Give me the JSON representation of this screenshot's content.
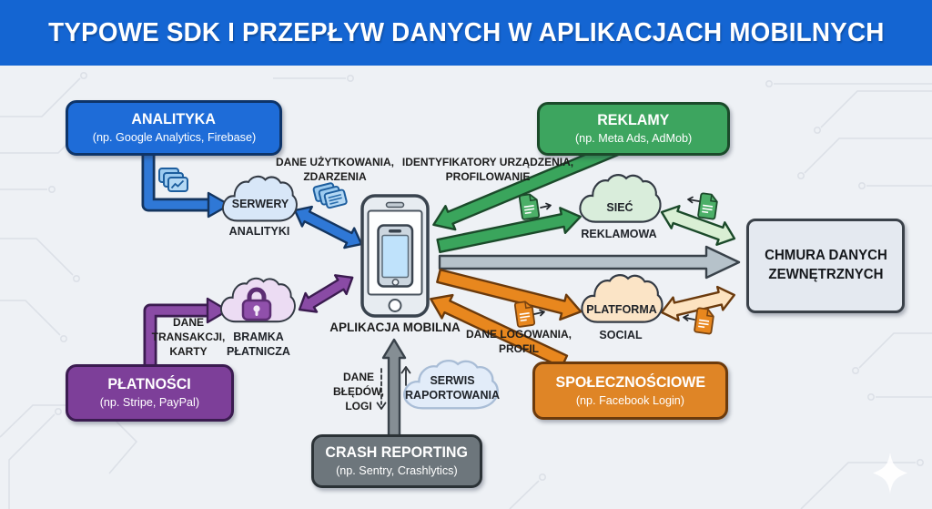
{
  "header": {
    "title": "TYPOWE SDK I PRZEPŁYW DANYCH W APLIKACJACH MOBILNYCH"
  },
  "boxes": {
    "analytics": {
      "title": "ANALITYKA",
      "subtitle": "(np. Google Analytics, Firebase)"
    },
    "ads": {
      "title": "REKLAMY",
      "subtitle": "(np. Meta Ads, AdMob)"
    },
    "payments": {
      "title": "PŁATNOŚCI",
      "subtitle": "(np. Stripe, PayPal)"
    },
    "social": {
      "title": "SPOŁECZNOŚCIOWE",
      "subtitle": "(np. Facebook Login)"
    },
    "crash": {
      "title": "CRASH REPORTING",
      "subtitle": "(np. Sentry, Crashlytics)"
    },
    "external_cloud": {
      "line1": "CHMURA DANYCH",
      "line2": "ZEWNĘTRZNYCH"
    }
  },
  "clouds": {
    "analytics_servers": {
      "inside": "SERWERY",
      "below": "ANALITYKI"
    },
    "ad_network": {
      "inside": "SIEĆ",
      "below": "REKLAMOWA"
    },
    "payment_gateway": {
      "below1": "BRAMKA",
      "below2": "PŁATNICZA"
    },
    "social_platform": {
      "inside": "PLATFORMA",
      "below": "SOCIAL"
    },
    "reporting": {
      "line1": "SERWIS",
      "line2": "RAPORTOWANIA"
    }
  },
  "labels": {
    "usage1": "DANE UŻYTKOWANIA,",
    "usage2": "ZDARZENIA",
    "identifiers1": "IDENTYFIKATORY URZĄDZENIA,",
    "identifiers2": "PROFILOWANIE",
    "transactions1": "DANE",
    "transactions2": "TRANSAKCJI,",
    "transactions3": "KARTY",
    "login1": "DANE LOGOWANIA,",
    "login2": "PROFIL",
    "errors1": "DANE",
    "errors2": "BŁĘDÓW,",
    "errors3": "LOGI",
    "app": "APLIKACJA MOBILNA"
  },
  "icons": [
    "chart-cards-icon",
    "data-cards-icon",
    "lock-icon",
    "mobile-phone-icon",
    "document-icon-green-1",
    "document-icon-green-2",
    "document-icon-orange-1",
    "document-icon-orange-2",
    "sparkle-logo",
    "circuit-traces-background"
  ],
  "colors": {
    "header_bg": "#1465d2",
    "analytics_bg": "#1e6cd8",
    "analytics_border": "#0e3468",
    "ads_bg": "#3da55f",
    "ads_border": "#1b4a2a",
    "payments_bg": "#7d3f99",
    "payments_border": "#3b1c50",
    "social_bg": "#df8526",
    "social_border": "#6b3a0c",
    "crash_bg": "#6d767c",
    "crash_border": "#2b3236",
    "external_bg": "#e4e9f0",
    "external_border": "#3a4149",
    "arrow_blue": "#2f78d6",
    "arrow_blue_dark": "#14355f",
    "arrow_green": "#3aa55c",
    "arrow_green_dark": "#1b4a2a",
    "arrow_purple": "#8a4ba5",
    "arrow_purple_dark": "#3b1c50",
    "arrow_orange": "#e8871e",
    "arrow_orange_dark": "#6b3a0c",
    "arrow_gray": "#b6c2ca",
    "arrow_gray_dark": "#39424a",
    "arrow_crash": "#858e94",
    "arrow_light_green": "#d9efd4",
    "arrow_light_orange": "#fde3c0",
    "servers_fill": "#d8e7f8",
    "adnet_fill": "#d9eddb",
    "gateway_fill": "#ecdcf3",
    "platform_fill": "#fbe4c6",
    "reporting_fill": "#e2ecf9",
    "reporting_stroke": "#a9bdd6"
  }
}
